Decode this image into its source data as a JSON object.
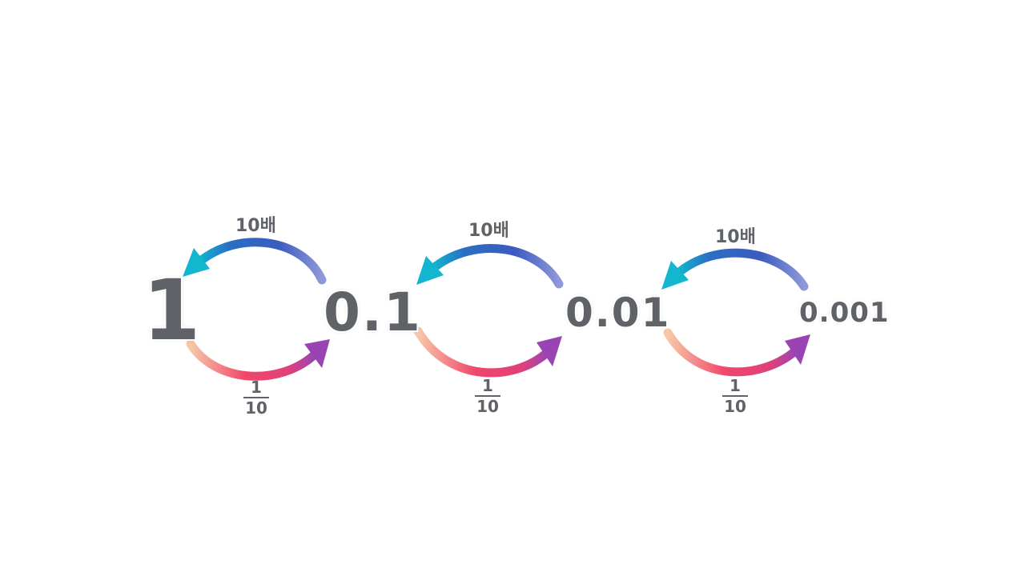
{
  "numbers": [
    "1",
    "0.1",
    "0.01",
    "0.001"
  ],
  "times_label": "10배",
  "fraction": {
    "numerator": "1",
    "denominator": "10"
  },
  "colors": {
    "up_arrow_start": "#7b86cf",
    "up_arrow_end": "#12b6cf",
    "down_arrow_start": "#f3b08a",
    "down_arrow_mid": "#f0466a",
    "down_arrow_end": "#9a44b4",
    "text": "#5f6368"
  }
}
